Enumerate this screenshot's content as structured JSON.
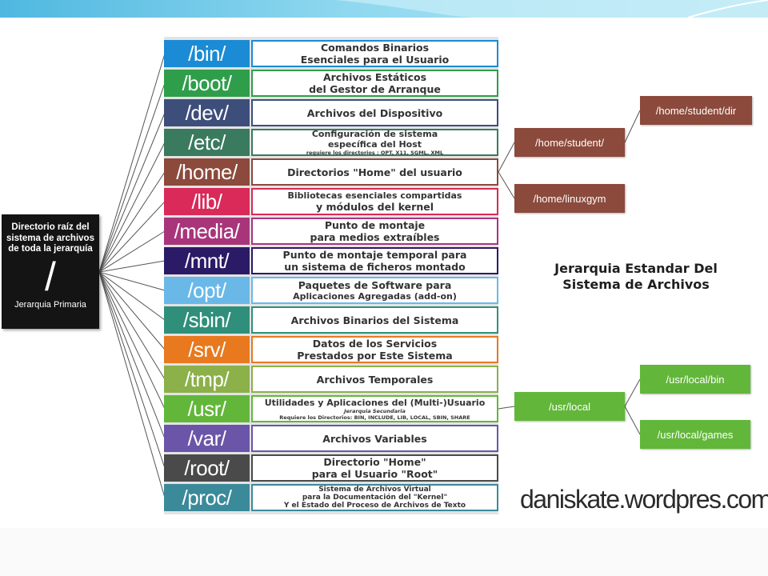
{
  "root": {
    "title": "Directorio raíz del sistema de archivos de toda la jerarquía",
    "symbol": "/",
    "subtitle": "Jerarquia Primaria"
  },
  "directories": [
    {
      "name": "/bin/",
      "desc": [
        "Comandos Binarios",
        "Esenciales para el Usuario"
      ],
      "color": "#1a8bd4",
      "border": "#1a8bd4"
    },
    {
      "name": "/boot/",
      "desc": [
        "Archivos Estáticos",
        "del Gestor de Arranque"
      ],
      "color": "#2e9e4a",
      "border": "#2e9e4a"
    },
    {
      "name": "/dev/",
      "desc": [
        "Archivos del Dispositivo"
      ],
      "color": "#3d4e7a",
      "border": "#3d4e7a"
    },
    {
      "name": "/etc/",
      "desc": [
        "Configuración de sistema",
        "específica del Host"
      ],
      "small": "requiere los directorios : OPT, X11, SGML, XML",
      "color": "#3a7a5e",
      "border": "#3a7a5e"
    },
    {
      "name": "/home/",
      "desc": [
        "Directorios \"Home\" del usuario"
      ],
      "color": "#8b4a3c",
      "border": "#8b4a3c"
    },
    {
      "name": "/lib/",
      "desc": [
        "Bibliotecas  esenciales compartidas",
        "y módulos del kernel"
      ],
      "color": "#d92a59",
      "border": "#d92a59"
    },
    {
      "name": "/media/",
      "desc": [
        "Punto de montaje",
        "para medios extraíbles"
      ],
      "color": "#a8357a",
      "border": "#a8357a"
    },
    {
      "name": "/mnt/",
      "desc": [
        "Punto de montaje temporal para",
        "un sistema de ficheros montado"
      ],
      "color": "#2b1a66",
      "border": "#2b1a66"
    },
    {
      "name": "/opt/",
      "desc": [
        "Paquetes de Software para",
        "Aplicaciones Agregadas (add-on)"
      ],
      "color": "#6ab8e8",
      "border": "#6ab8e8"
    },
    {
      "name": "/sbin/",
      "desc": [
        "Archivos Binarios del Sistema"
      ],
      "color": "#2f8f7a",
      "border": "#2f8f7a"
    },
    {
      "name": "/srv/",
      "desc": [
        "Datos de los Servicios",
        "Prestados por Este Sistema"
      ],
      "color": "#e8791e",
      "border": "#e8791e"
    },
    {
      "name": "/tmp/",
      "desc": [
        "Archivos Temporales"
      ],
      "color": "#8cb04a",
      "border": "#8cb04a"
    },
    {
      "name": "/usr/",
      "desc": [
        "Utilidades y Aplicaciones del (Multi-)Usuario"
      ],
      "sub": "Jerarquia Secundaria",
      "small": "Requiere los Directorios: BIN, INCLUDE, LIB, LOCAL, SBIN, SHARE",
      "color": "#62b73a",
      "border": "#62b73a"
    },
    {
      "name": "/var/",
      "desc": [
        "Archivos Variables"
      ],
      "color": "#6a55a8",
      "border": "#6a55a8"
    },
    {
      "name": "/root/",
      "desc": [
        "Directorio \"Home\"",
        "para el Usuario \"Root\""
      ],
      "color": "#4a4a4a",
      "border": "#4a4a4a"
    },
    {
      "name": "/proc/",
      "desc": [
        "Sistema de Archivos Virtual",
        "para la Documentación del \"Kernel\"",
        "Y el Estado del Proceso de Archivos de Texto"
      ],
      "tiny": true,
      "color": "#3a8a9a",
      "border": "#3a8a9a"
    }
  ],
  "home_children": {
    "student": "/home/student/",
    "student_dir": "/home/student/dir",
    "linuxgym": "/home/linuxgym"
  },
  "usr_children": {
    "local": "/usr/local",
    "local_bin": "/usr/local/bin",
    "local_games": "/usr/local/games"
  },
  "heading": "Jerarquia Estandar Del Sistema de Archivos",
  "watermark": "daniskate.wordpres.com",
  "colors": {
    "banner": "#6cc9e8",
    "root_bg": "#141414",
    "home_node": "#8b4a3c",
    "usr_node": "#62b73a"
  }
}
